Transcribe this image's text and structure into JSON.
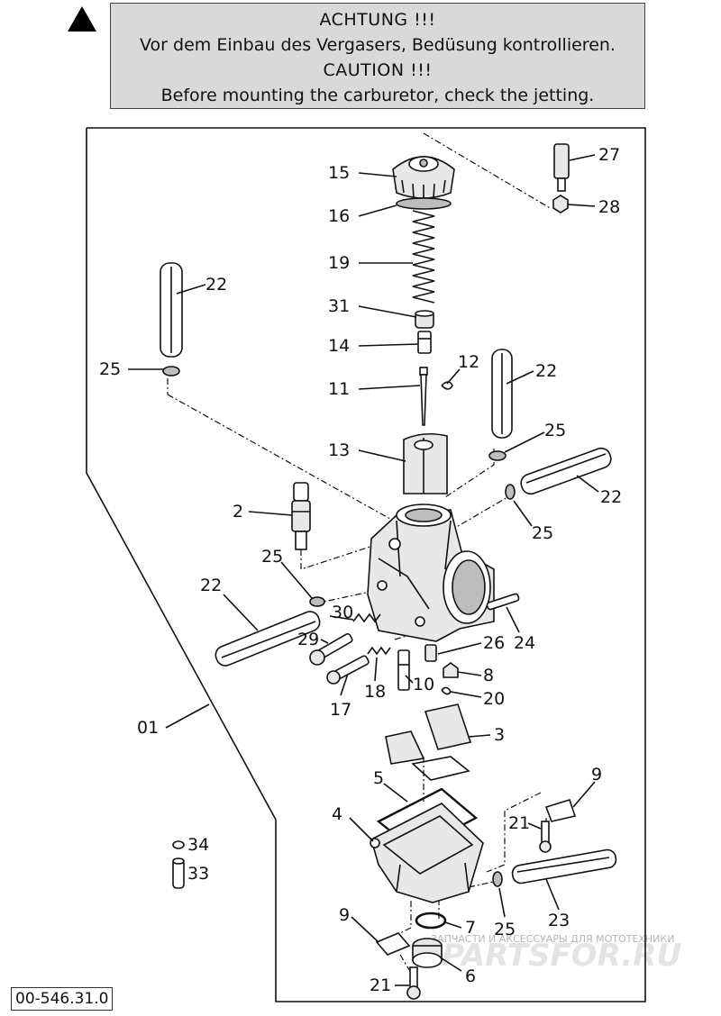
{
  "warning": {
    "heading_de": "ACHTUNG !!!",
    "text_de": "Vor dem Einbau des Vergasers, Bedüsung kontrollieren.",
    "heading_en": "CAUTION !!!",
    "text_en": "Before mounting the carburetor, check the jetting."
  },
  "drawing_code": "00-546.31.0",
  "watermark": {
    "small": "ЗАПЧАСТИ И АКСЕССУАРЫ ДЛЯ МОТОТЕХНИКИ",
    "large": "PARTSFOR.RU"
  },
  "labels": {
    "l15": "15",
    "l16": "16",
    "l19": "19",
    "l31": "31",
    "l14": "14",
    "l11": "11",
    "l12": "12",
    "l13": "13",
    "l27": "27",
    "l28": "28",
    "l22a": "22",
    "l25a": "25",
    "l22b": "22",
    "l25b": "25",
    "l22c": "22",
    "l25c": "25",
    "l2": "2",
    "l25d": "25",
    "l22d": "22",
    "l30": "30",
    "l29": "29",
    "l17": "17",
    "l18": "18",
    "l10": "10",
    "l26": "26",
    "l24": "24",
    "l8": "8",
    "l20": "20",
    "l01": "01",
    "l3": "3",
    "l5": "5",
    "l9a": "9",
    "l4": "4",
    "l21a": "21",
    "l34": "34",
    "l33": "33",
    "l23": "23",
    "l25e": "25",
    "l9b": "9",
    "l7": "7",
    "l6": "6",
    "l21b": "21"
  }
}
